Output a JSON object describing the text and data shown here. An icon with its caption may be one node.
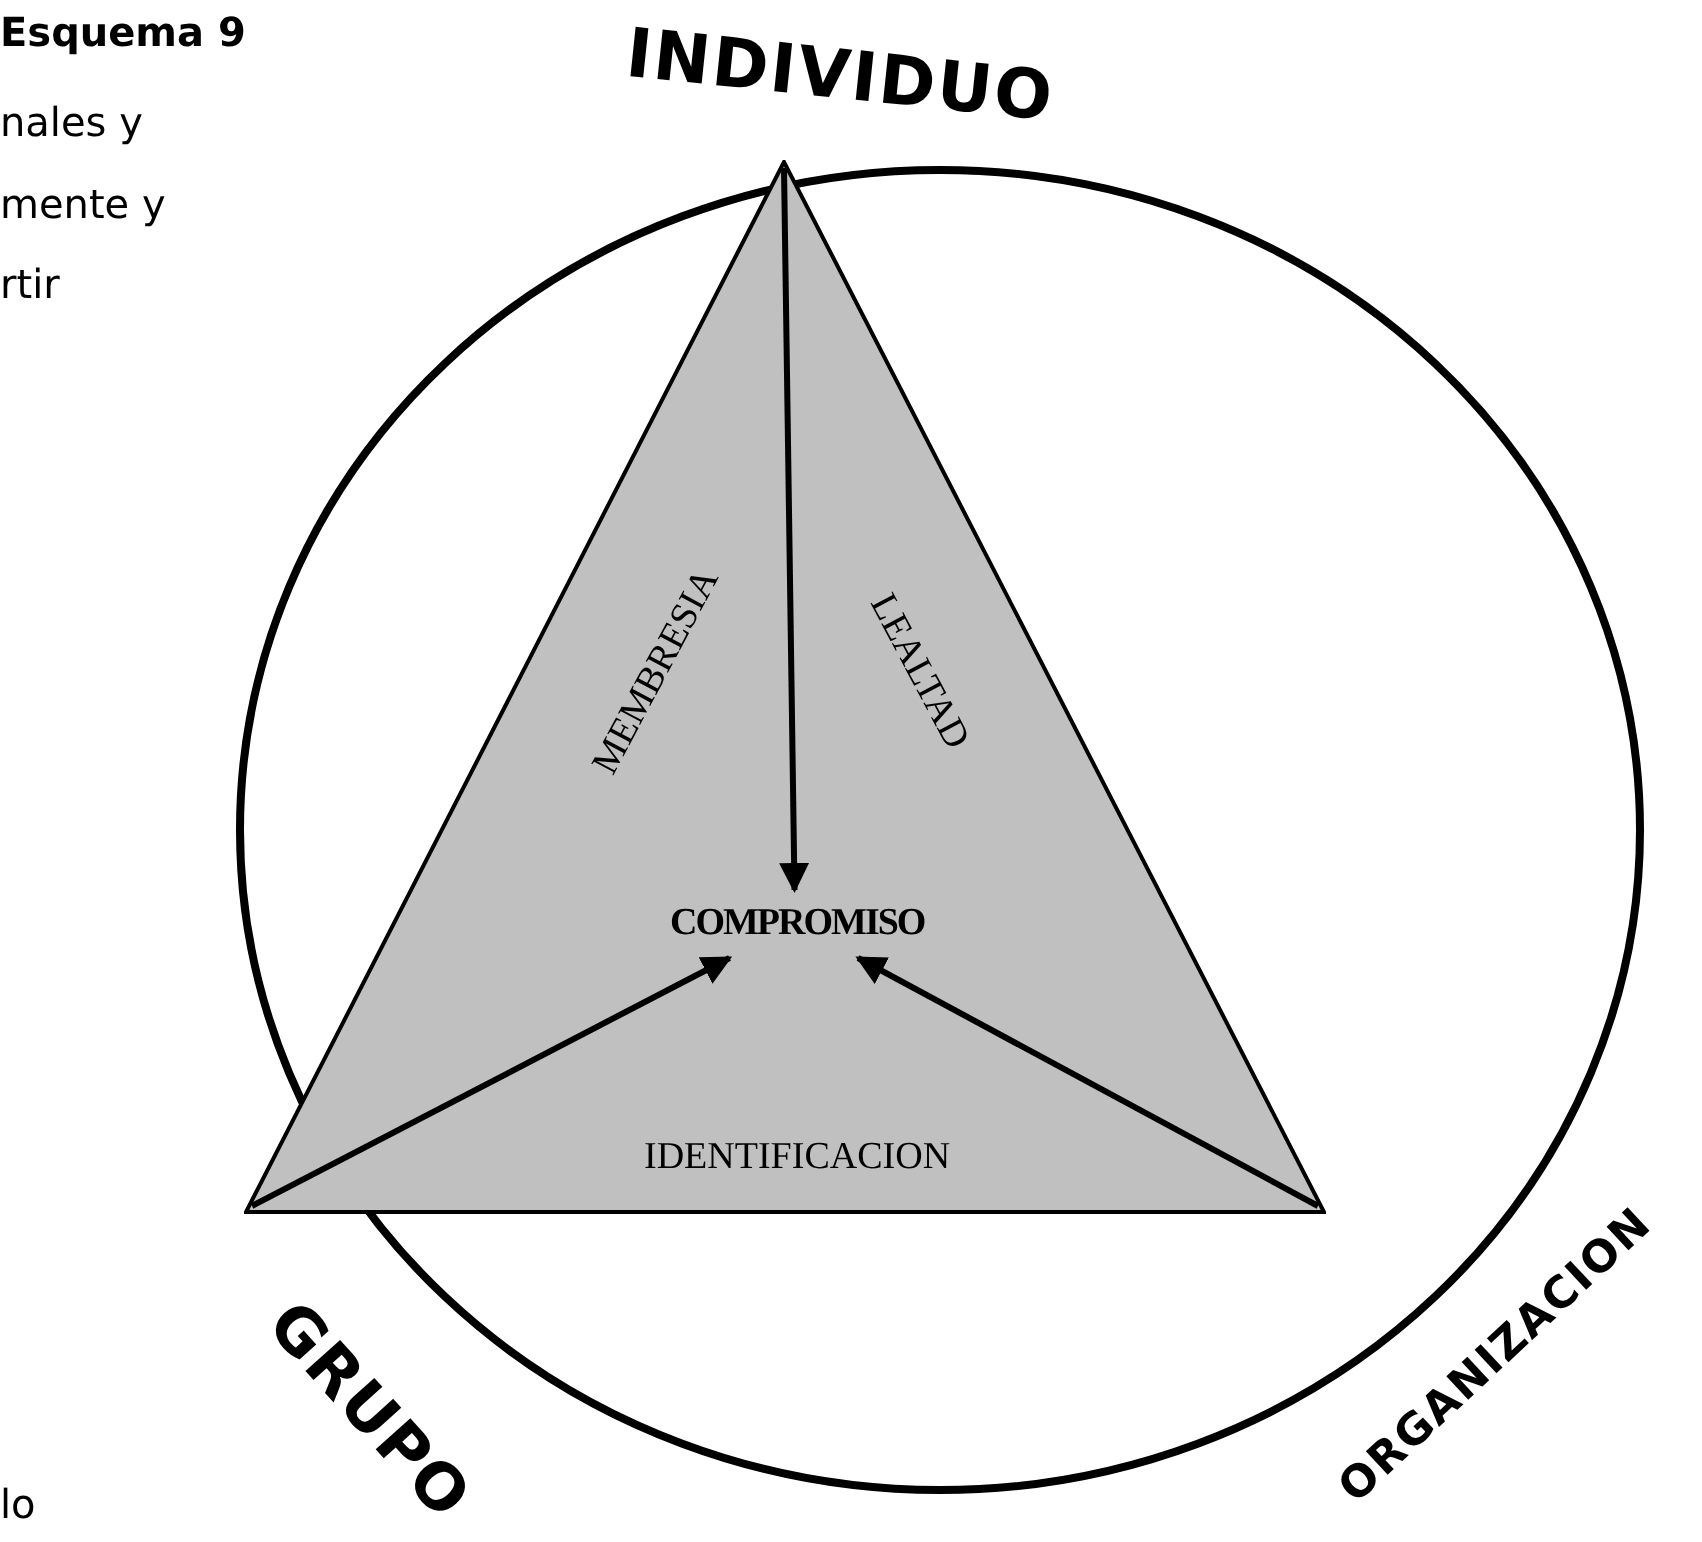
{
  "diagram": {
    "nodes": [
      {
        "text": [
          "MEMBRESIA",
          "LEALTAD",
          "IDENTIFICACION"
        ]
      },
      {
        "text": [
          "COMPROMISO"
        ],
        "in": 0
      }
    ],
    "edges": [
      {
        "from": null,
        "to": 1,
        "arrow": "to"
      },
      {
        "from": null,
        "to": 1,
        "arrow": "to"
      },
      {
        "from": null,
        "to": 1,
        "arrow": "to"
      }
    ],
    "labels": [
      "Esquema 9",
      "INDIVIDUO",
      "nales y",
      "mente y",
      "rtir",
      "GRUPO",
      "ORGANIZACION",
      "lo"
    ]
  }
}
